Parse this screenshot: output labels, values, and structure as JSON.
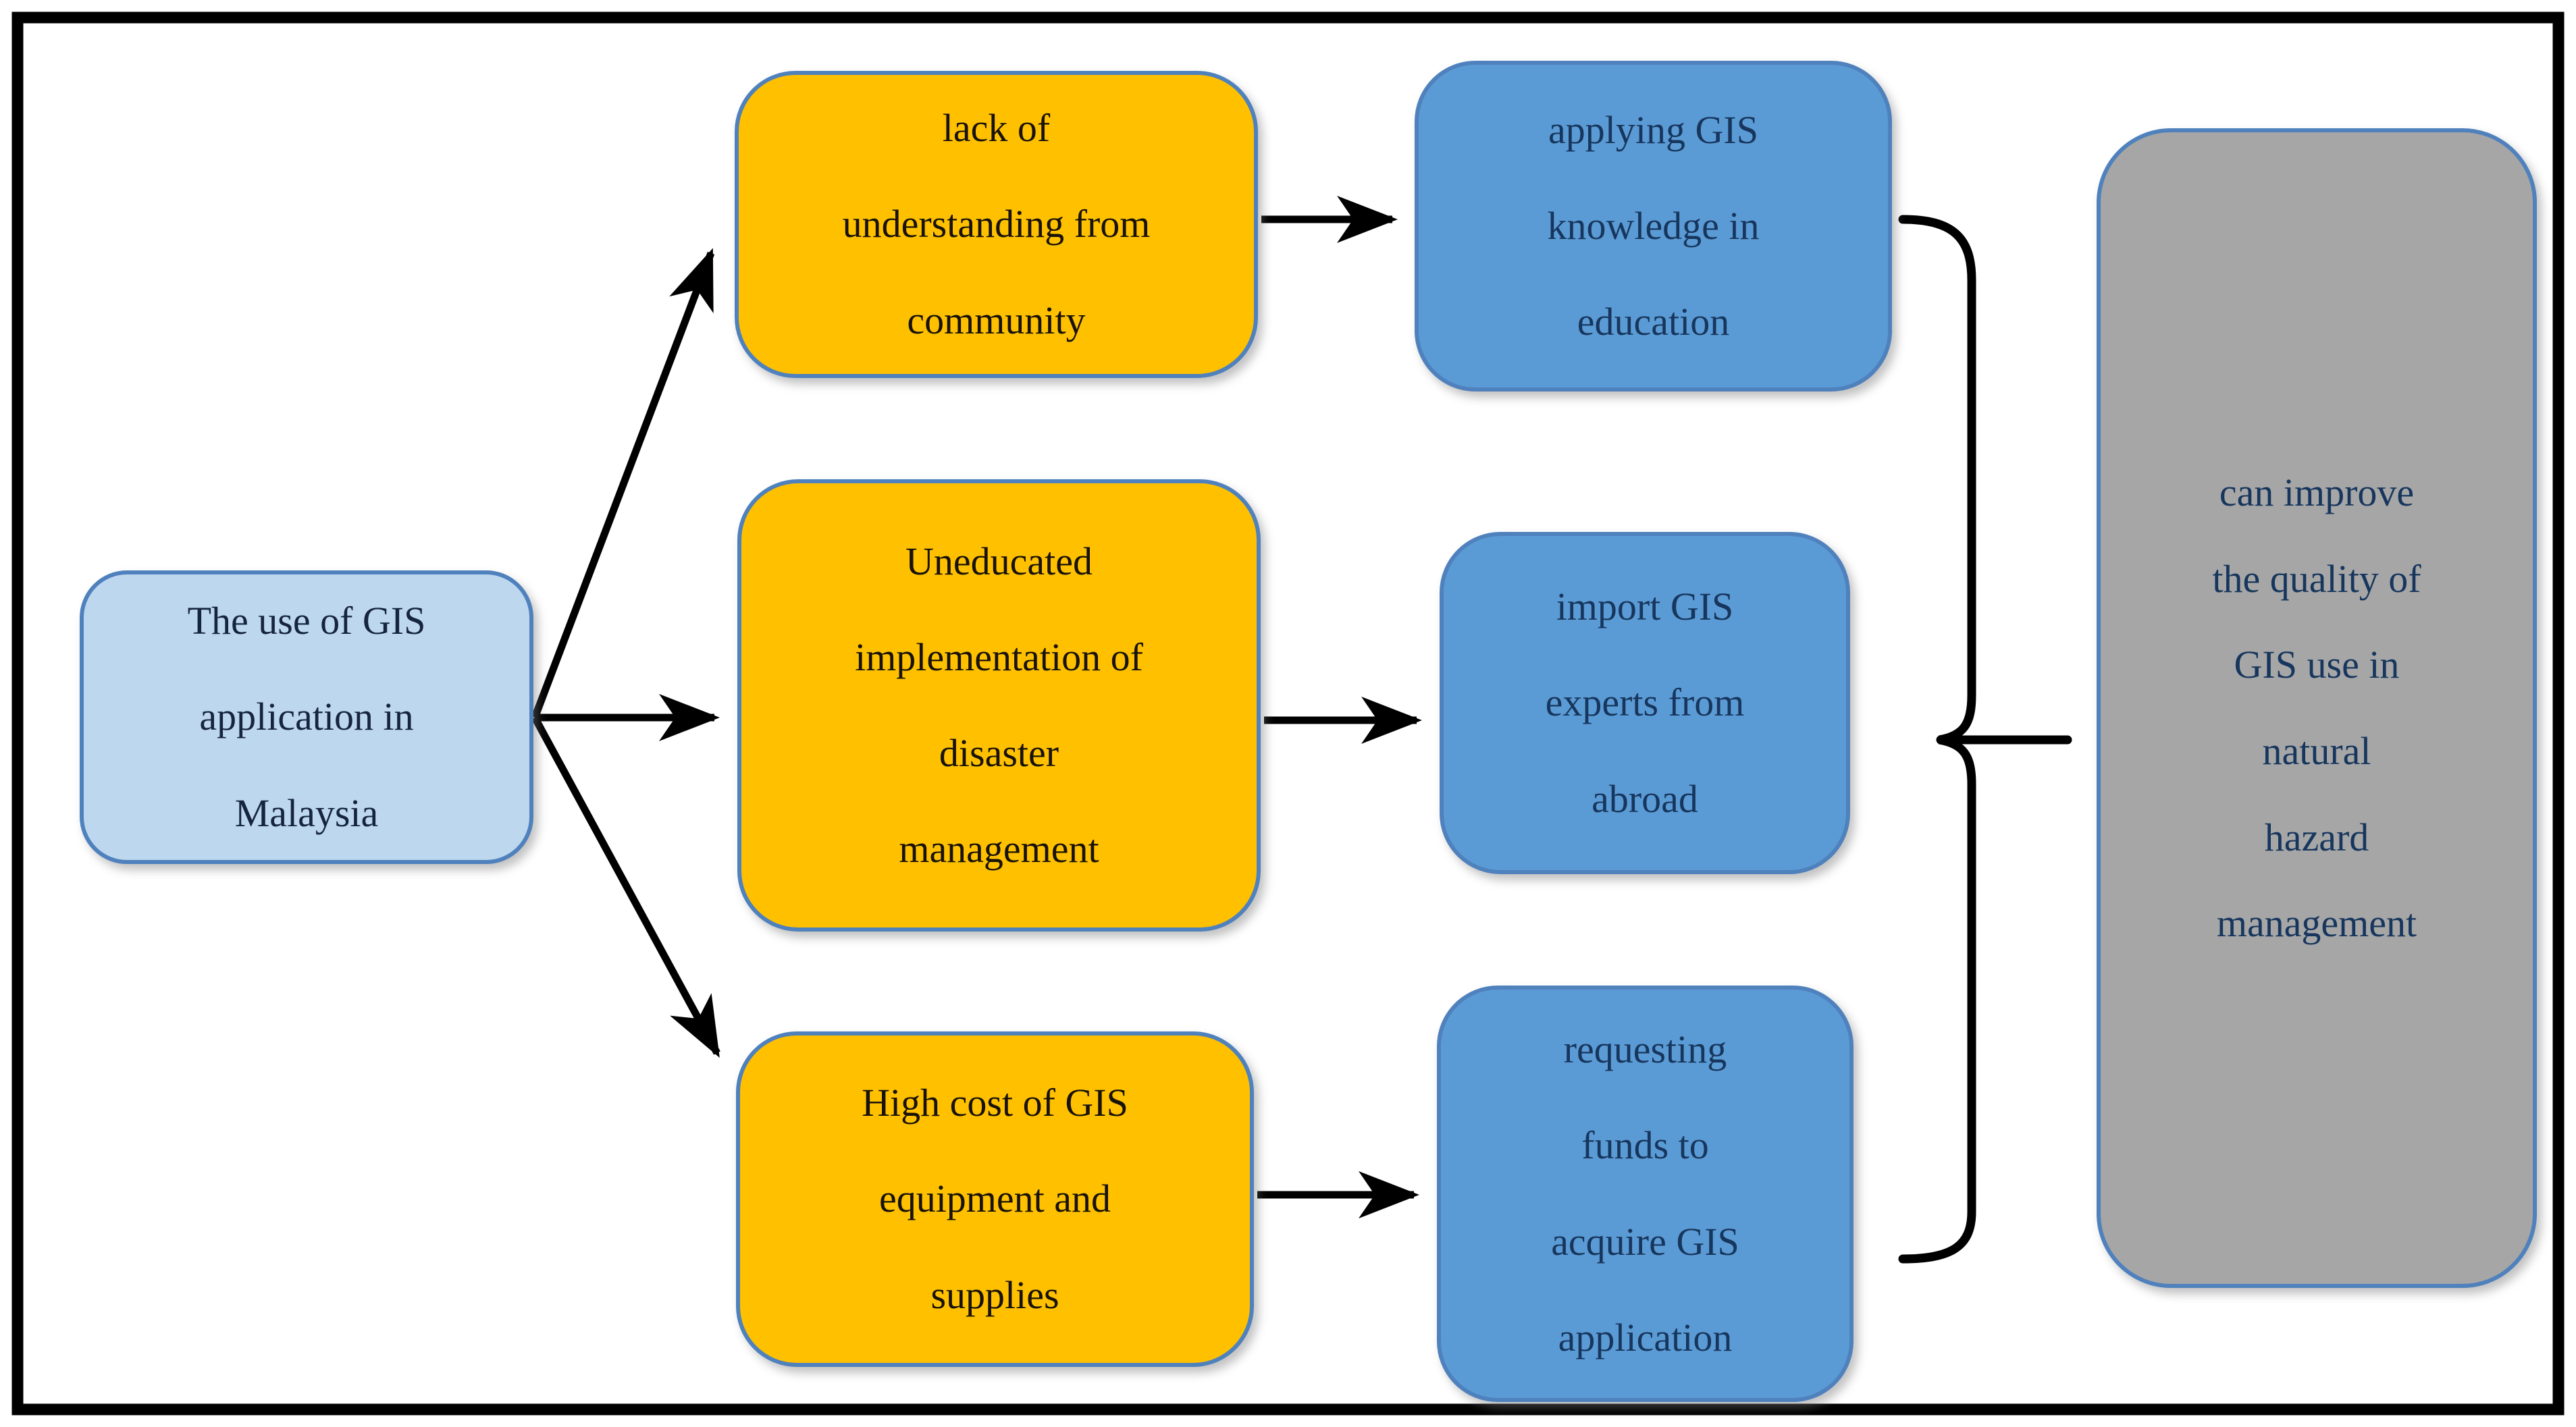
{
  "figure": {
    "title": "GIS application in Malaysia problem-solution flow diagram",
    "background_color": "#ffffff",
    "frame_color": "#000000",
    "connector_color": "#000000",
    "border_color": "#4f81bd",
    "nodes": {
      "source": {
        "text": "The use of GIS application in Malaysia",
        "lines": [
          "The use of GIS",
          "application in",
          "Malaysia"
        ],
        "fill": "#bdd7ee",
        "text_color": "#16253f"
      },
      "problem1": {
        "text": "lack of understanding from community",
        "lines": [
          "lack of",
          "understanding from",
          "community"
        ],
        "fill": "#ffc000",
        "text_color": "#181208"
      },
      "problem2": {
        "text": "Uneducated implementation of disaster management",
        "lines": [
          "Uneducated",
          "implementation of",
          "disaster",
          "management"
        ],
        "fill": "#ffc000",
        "text_color": "#181208"
      },
      "problem3": {
        "text": "High cost of GIS equipment and supplies",
        "lines": [
          "High cost of GIS",
          "equipment and",
          "supplies"
        ],
        "fill": "#ffc000",
        "text_color": "#181208"
      },
      "solution1": {
        "text": "applying GIS knowledge in education",
        "lines": [
          "applying GIS",
          "knowledge in",
          "education"
        ],
        "fill": "#5b9bd5",
        "text_color": "#17365d"
      },
      "solution2": {
        "text": "import GIS experts from abroad",
        "lines": [
          "import GIS",
          "experts from",
          "abroad"
        ],
        "fill": "#5b9bd5",
        "text_color": "#17365d"
      },
      "solution3": {
        "text": "requesting funds to acquire GIS application",
        "lines": [
          "requesting",
          "funds to",
          "acquire GIS",
          "application"
        ],
        "fill": "#5b9bd5",
        "text_color": "#17365d"
      },
      "outcome": {
        "text": "can improve the quality of GIS use in natural hazard management",
        "lines": [
          "can improve",
          "the quality of",
          "GIS use in",
          "natural",
          "hazard",
          "management"
        ],
        "fill": "#a6a6a6",
        "text_color": "#17365d"
      }
    }
  }
}
